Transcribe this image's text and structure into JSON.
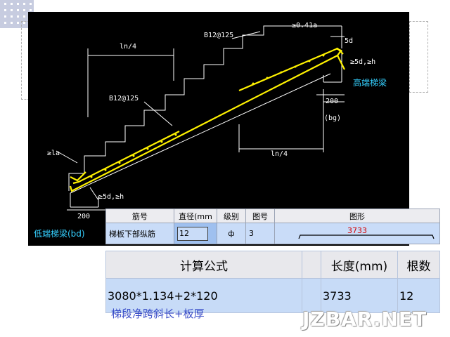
{
  "drawing": {
    "labels": {
      "ln4_top": "ln/4",
      "ln4_bottom": "ln/4",
      "rebar_top": "B12@125",
      "rebar_mid": "B12@125",
      "anchor_041": "≥0.41a",
      "anchor_5d_top": "5d",
      "anchor_5d_h_right": "≥5d,≥h",
      "anchor_la": "≥la",
      "anchor_5d_h_left": "≥5d,≥h",
      "dim_200_right": "200",
      "dim_200_left": "200",
      "bg_tag": "(bg)",
      "high_beam": "高端梯梁",
      "low_beam": "低端梯梁(bd)"
    }
  },
  "rebar_table": {
    "headers": [
      "筋号",
      "直径(mm",
      "级别",
      "图号",
      "图形"
    ],
    "row": {
      "name": "梯板下部纵筋",
      "diameter": "12",
      "grade": "ф",
      "figure_no": "3",
      "shape_value": "3733"
    }
  },
  "formula_table": {
    "headers": [
      "计算公式",
      "",
      "长度(mm)",
      "根数"
    ],
    "row": {
      "formula": "3080*1.134+2*120",
      "blank": "",
      "length": "3733",
      "count": "12"
    }
  },
  "note": "梯段净跨斜长+板厚",
  "watermark": "JZBAR.NET",
  "colors": {
    "drawing_bg": "#000000",
    "rebar": "#fff200",
    "highlight_cell": "#9fc0ef",
    "row_bg": "#c9dcf8",
    "shape_value": "#d40000",
    "note": "#1a2fbf"
  }
}
